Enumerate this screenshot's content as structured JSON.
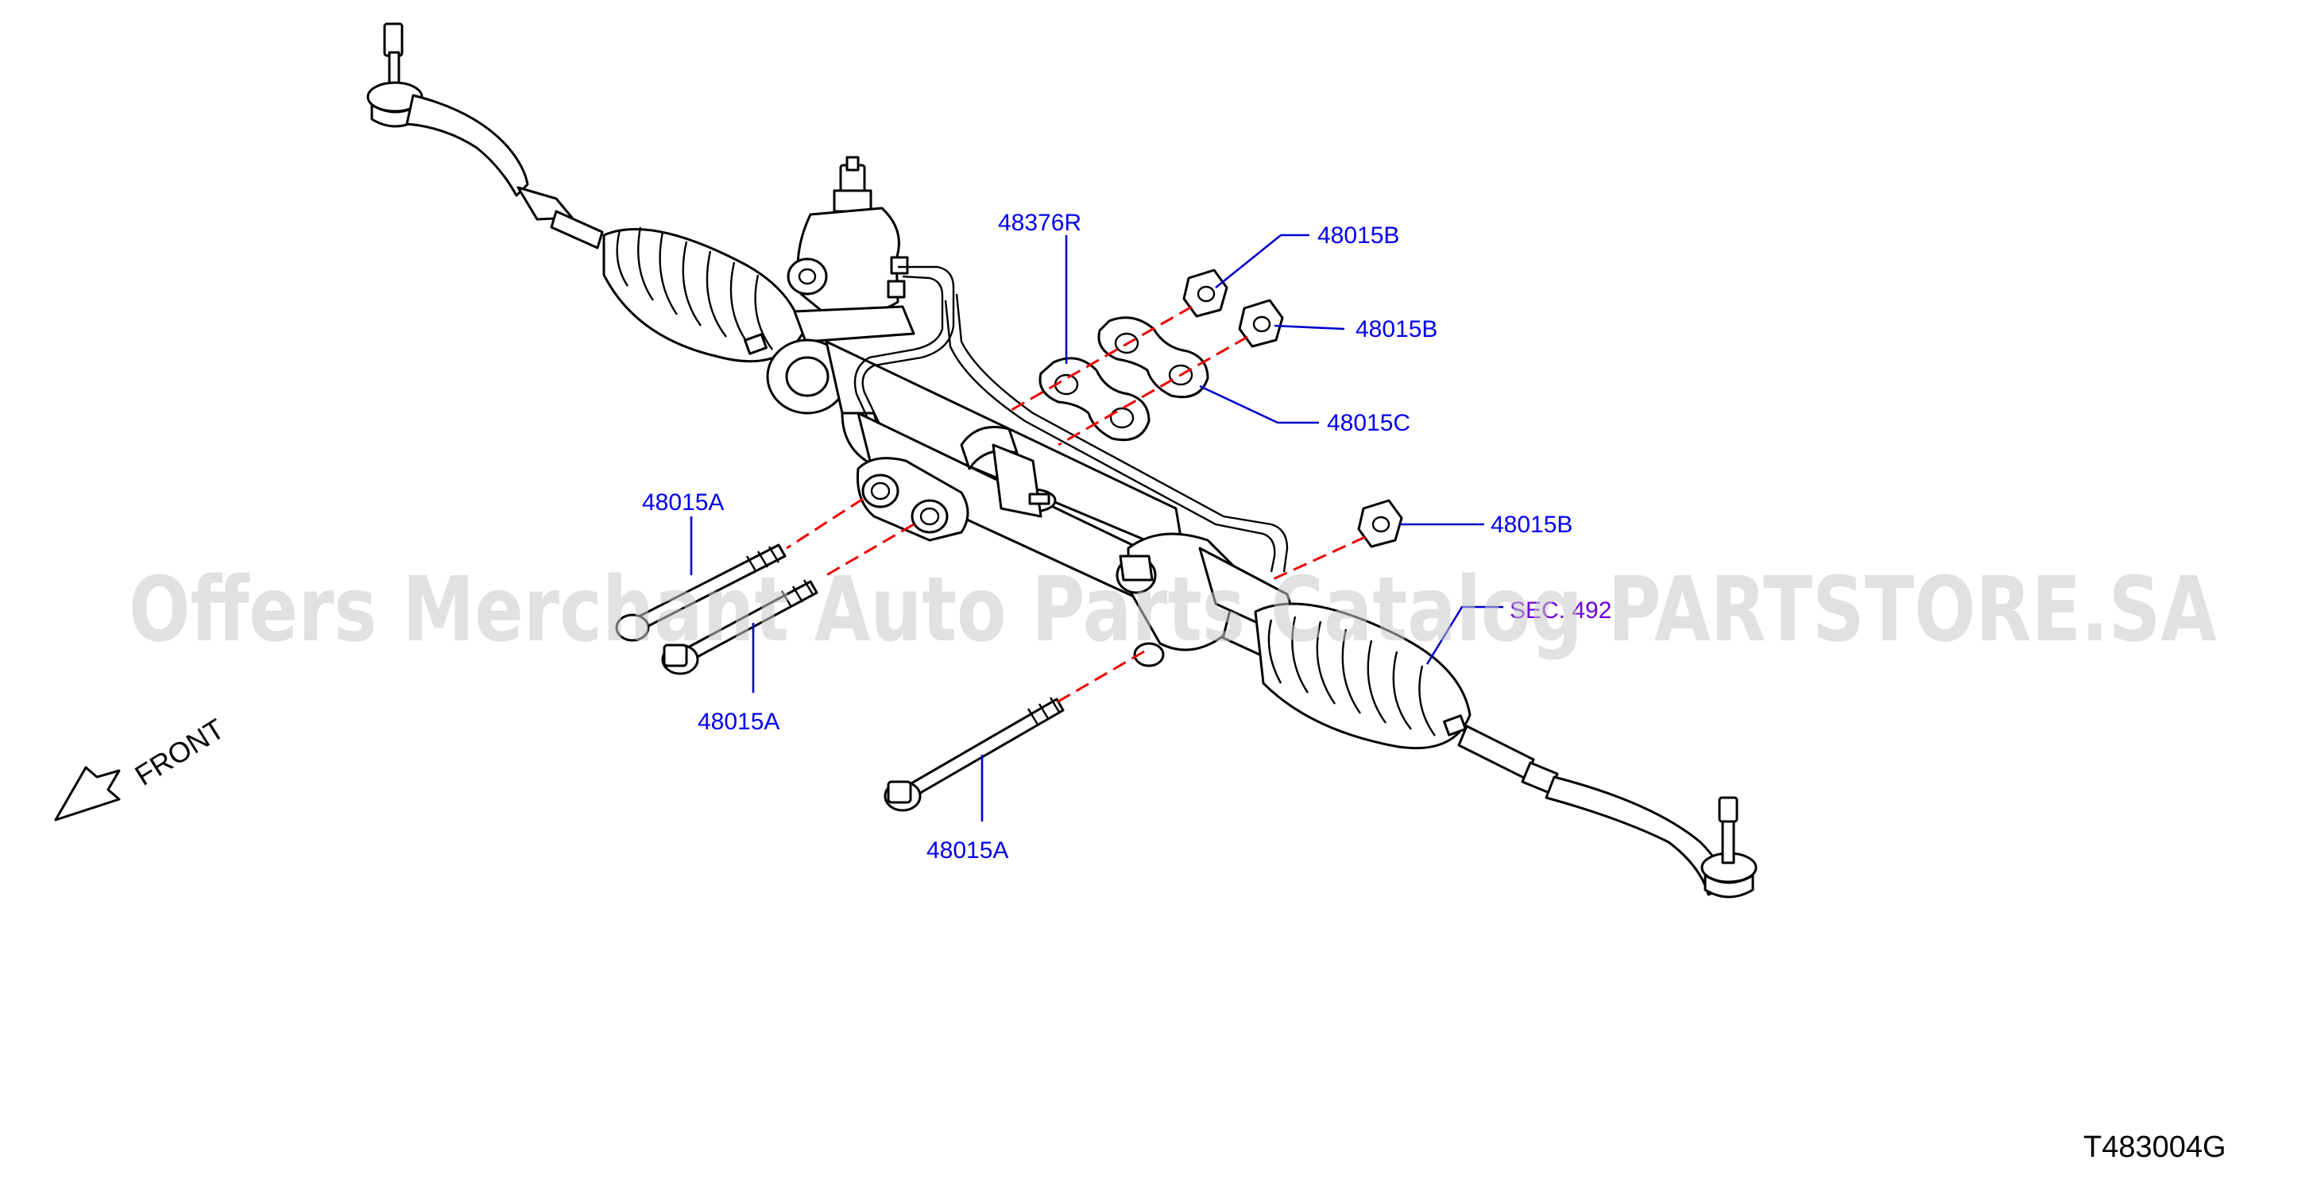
{
  "labels": {
    "housing_gasket": "48376R",
    "nut_top_1": "48015B",
    "nut_top_2": "48015B",
    "nut_right": "48015B",
    "washer_plate": "48015C",
    "bolt_upper": "48015A",
    "bolt_middle": "48015A",
    "bolt_lower": "48015A",
    "section_ref": "SEC. 492"
  },
  "front_label": "FRONT",
  "diagram_code": "T483004G",
  "watermark": "Offers Merchant Auto Parts Catalog PARTSTORE.SA",
  "colors": {
    "label": "#0000ee",
    "leader": "#0000cc",
    "dashed_axis": "#ee0000",
    "section_ref": "#6a00d9",
    "watermark": "#c8c8c8"
  },
  "icons": [
    "front-arrow-icon"
  ]
}
